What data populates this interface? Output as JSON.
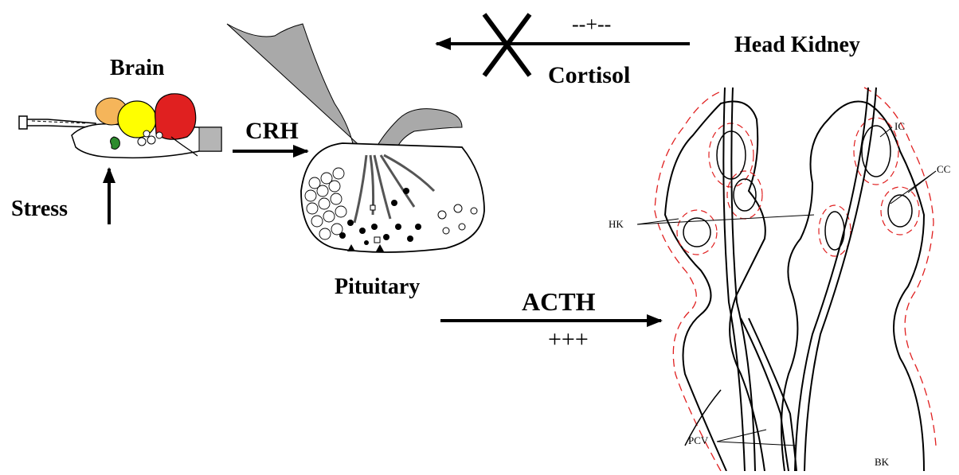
{
  "labels": {
    "brain": "Brain",
    "stress": "Stress",
    "crh": "CRH",
    "pituitary": "Pituitary",
    "acth": "ACTH",
    "acth_effect": "+++",
    "cortisol": "Cortisol",
    "cortisol_effect": "--+--",
    "head_kidney": "Head Kidney"
  },
  "kidney_labels": {
    "ic": "IC",
    "cc": "CC",
    "hk": "HK",
    "pcv": "PCV",
    "bk": "BK"
  },
  "colors": {
    "brain_red": "#e02020",
    "brain_yellow": "#ffff00",
    "brain_orange": "#f5b55a",
    "brain_green": "#2e8b2e",
    "pituitary_gray": "#a9a9a9",
    "outline_dashed_red": "#e02020"
  }
}
